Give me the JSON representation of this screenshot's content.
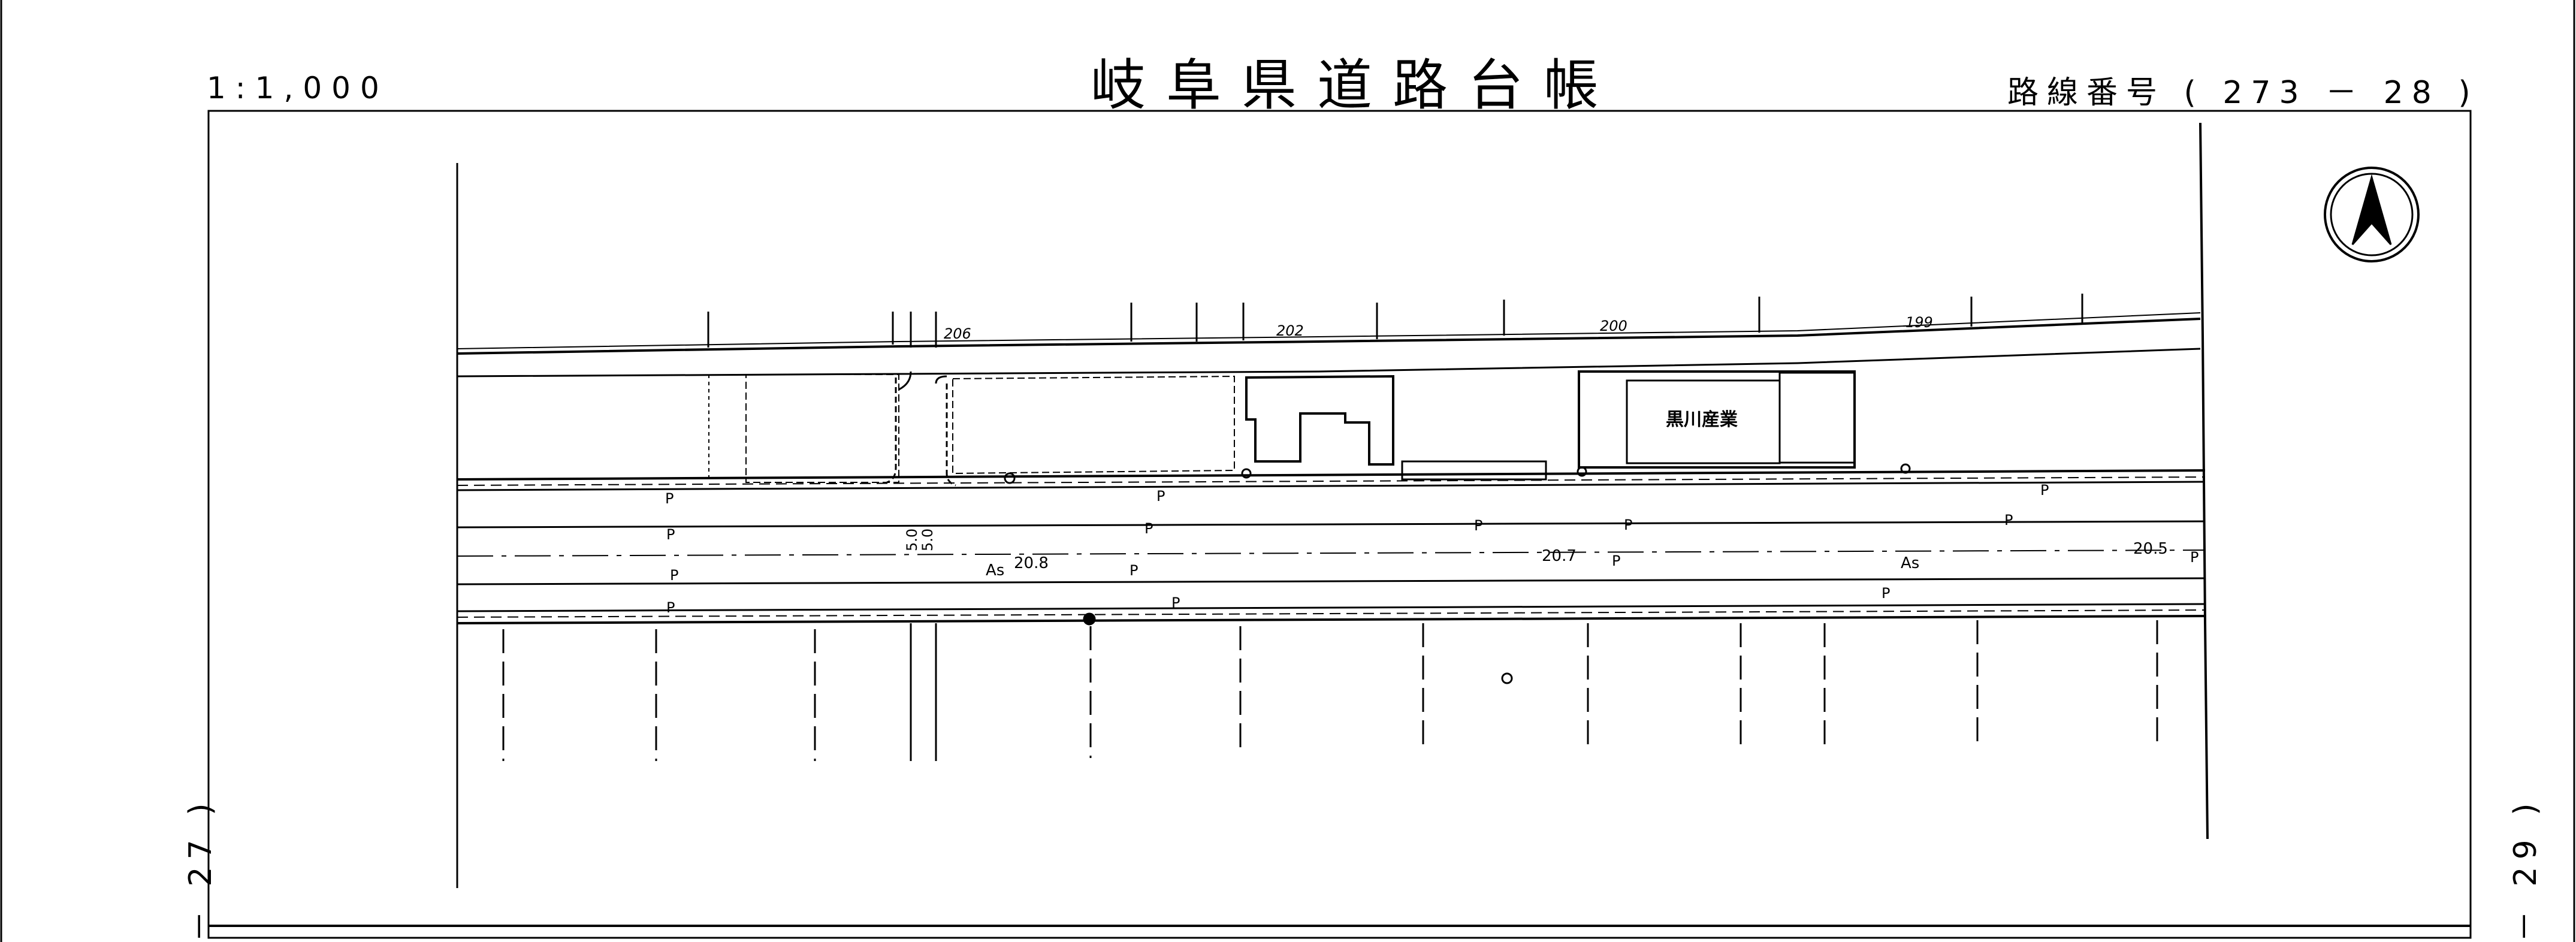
{
  "header": {
    "scale": "1:1,000",
    "title": "岐阜県道路台帳",
    "route_number": "路線番号 ( 273 －  28 )"
  },
  "sheet_links": {
    "previous": "－ 27 )",
    "next": "－ 29 )"
  },
  "map": {
    "north_arrow": "north-arrow-icon",
    "building_label": "黒川産業",
    "surface_label_1": "As",
    "surface_label_2": "As",
    "elevations": [
      "20.8",
      "20.7",
      "20.5"
    ],
    "widths": [
      "5.0",
      "5.0"
    ],
    "contour_labels": [
      "206",
      "202",
      "200",
      "199"
    ],
    "pole_mark": "P"
  }
}
